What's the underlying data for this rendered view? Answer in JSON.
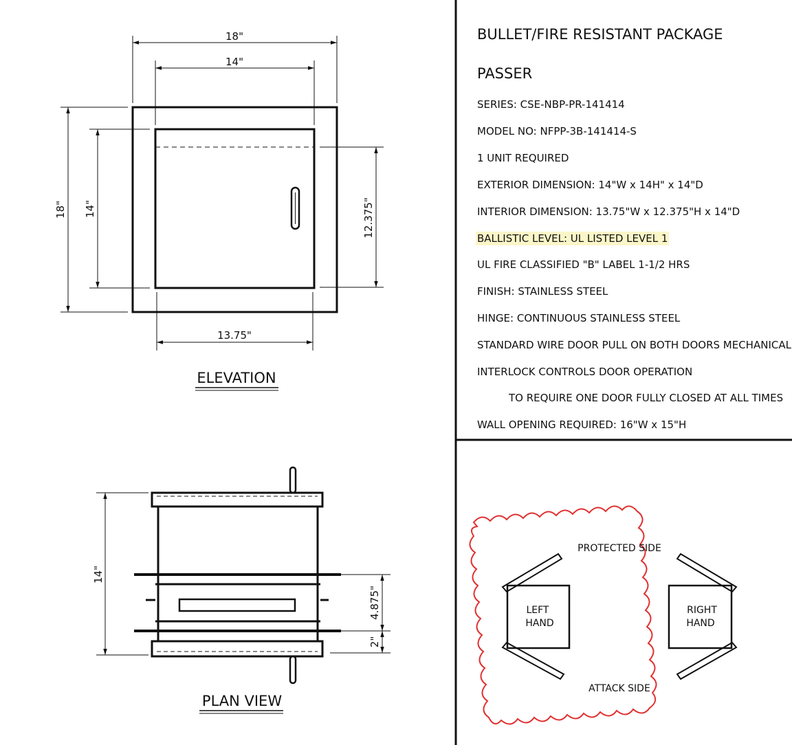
{
  "title_block": {
    "title": "BULLET/FIRE RESISTANT PACKAGE",
    "subtitle": "PASSER",
    "lines": [
      "SERIES: CSE-NBP-PR-141414",
      "MODEL NO:  NFPP-3B-141414-S",
      "1 UNIT REQUIRED",
      "EXTERIOR DIMENSION:  14\"W x 14H\" x 14\"D",
      "INTERIOR DIMENSION:  13.75\"W x 12.375\"H x 14\"D",
      "BALLISTIC LEVEL:  UL LISTED LEVEL 1",
      "UL FIRE CLASSIFIED \"B\" LABEL 1-1/2 HRS",
      "FINISH:  STAINLESS STEEL",
      "HINGE: CONTINUOUS STAINLESS STEEL",
      "STANDARD WIRE DOOR PULL ON BOTH DOORS MECHANICAL",
      "INTERLOCK CONTROLS DOOR OPERATION",
      "TO REQUIRE ONE DOOR FULLY CLOSED AT ALL TIMES",
      "WALL OPENING REQUIRED:  16\"W x 15\"H"
    ]
  },
  "elevation": {
    "label": "ELEVATION",
    "dim_outer_width": "18\"",
    "dim_inner_width": "14\"",
    "dim_outer_height": "18\"",
    "dim_inner_height": "14\"",
    "dim_interior_height": "12.375\"",
    "dim_interior_width": "13.75\""
  },
  "plan_view": {
    "label": "PLAN VIEW",
    "dim_depth": "14\"",
    "dim_offset": "4.875\"",
    "dim_flange": "2\""
  },
  "handing": {
    "protected_side": "PROTECTED SIDE",
    "attack_side": "ATTACK SIDE",
    "left_line1": "LEFT",
    "left_line2": "HAND",
    "right_line1": "RIGHT",
    "right_line2": "HAND"
  },
  "colors": {
    "line": "#111111",
    "revision_cloud": "#e03030",
    "highlight": "#fbf6c8"
  }
}
